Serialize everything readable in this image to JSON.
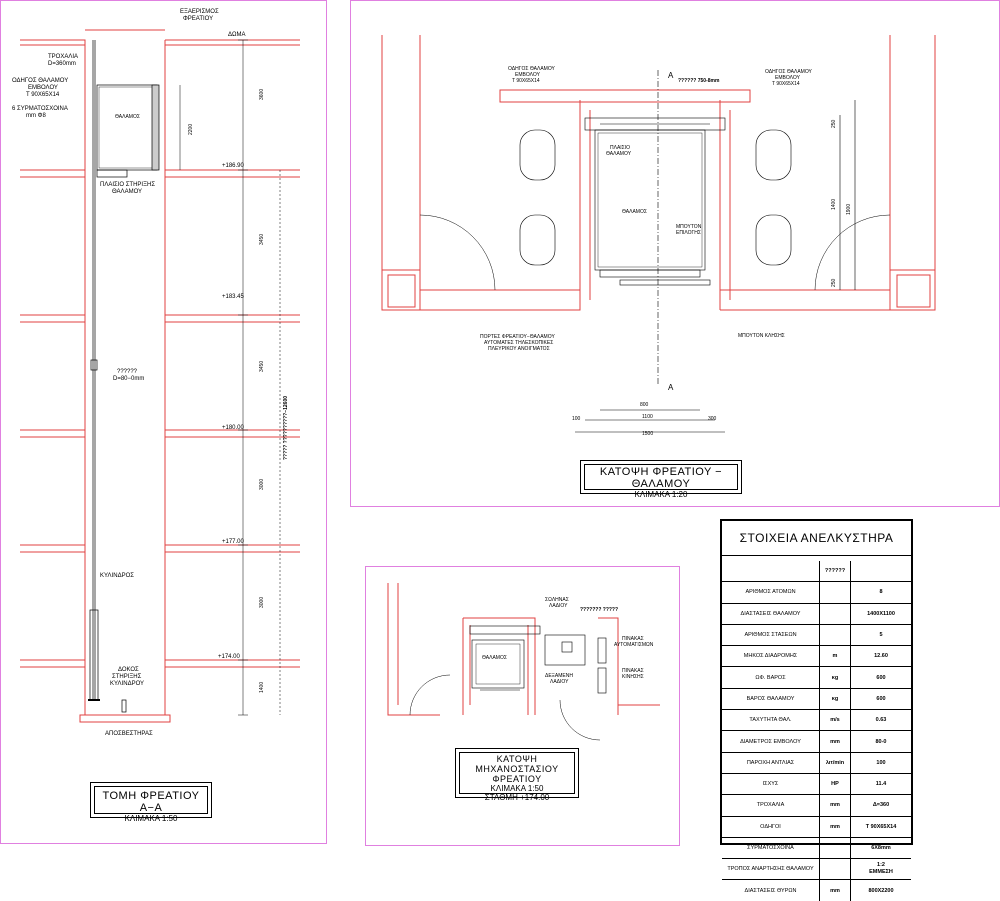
{
  "section": {
    "title": "ΤΟΜΗ ΦΡΕΑΤΙΟΥ   Α−Α",
    "scale": "ΚΛΙΜΑΚΑ 1:50",
    "labels": {
      "vent": [
        "ΕΞΑΕΡΙΣΜΟΣ",
        "ΦΡΕΑΤΙΟΥ"
      ],
      "slab": "ΔΩΜΑ",
      "pulley": [
        "ΤΡΟΧΑΛΙΑ",
        "D=360mm"
      ],
      "guide": [
        "ΟΔΗΓΟΣ ΘΑΛΑΜΟΥ",
        "ΕΜΒΟΛΟΥ",
        "Τ  90Χ65Χ14"
      ],
      "ropes": [
        "6  ΣΥΡΜΑΤΟΣΧΟΙΝΑ",
        "mm Φ8"
      ],
      "frame": [
        "ΠΛΑΙΣΙΟ ΣΤΗΡΙΞΗΣ",
        "ΘΑΛΑΜΟΥ"
      ],
      "piston": [
        "??????",
        "D=80−0mm"
      ],
      "cylinder": "ΚΥΛΙΝΔΡΟΣ",
      "beam": [
        "ΔΟΚΟΣ",
        "ΣΤΗΡΙΞΗΣ",
        "ΚΥΛΙΝΔΡΟΥ"
      ],
      "absorber": "ΑΠΟΣΒΕΣΤΗΡΑΣ",
      "cabin": "ΘΑΛΑΜΟΣ",
      "vertical_total": "????? ??????????−12600"
    },
    "levels": [
      "+186.90",
      "+183.45",
      "+180.00",
      "+177.00",
      "+174.00"
    ],
    "dims": [
      "3600",
      "2200",
      "3450",
      "3450",
      "3000",
      "3000",
      "1400"
    ]
  },
  "plan": {
    "title": "ΚΑΤΟΨΗ ΦΡΕΑΤΙΟΥ  −  ΘΑΛΑΜΟΥ",
    "scale": "ΚΛΙΜΑΚΑ  1:20",
    "labels": {
      "guide_left": [
        "ΟΔΗΓΟΣ ΘΑΛΑΜΟΥ",
        "ΕΜΒΟΛΟΥ",
        "Τ  90Χ65Χ14"
      ],
      "guide_right": [
        "ΟΔΗΓΟΣ ΘΑΛΑΜΟΥ",
        "ΕΜΒΟΛΟΥ",
        "Τ  90Χ65Χ14"
      ],
      "pulley": "?????? 750-8mm",
      "frame": [
        "ΠΛΑΙΣΙΟ",
        "ΘΑΛΑΜΟΥ"
      ],
      "cabin": "ΘΑΛΑΜΟΣ",
      "buttons": [
        "ΜΠΟΥΤΟΝ",
        "ΕΠΙΛΟΓΗΣ"
      ],
      "doors": [
        "ΠΟΡΤΕΣ ΦΡΕΑΤΙΟΥ−ΘΑΛΑΜΟΥ",
        "ΑΥΤΟΜΑΤΕΣ ΤΗΛΕΣΚΟΠΙΚΕΣ",
        "ΠΛΕΥΡΙΚΟΥ ΑΝΟΙΓΜΑΤΟΣ"
      ],
      "call_button": "ΜΠΟΥΤΟΝ ΚΛΗΣΗΣ",
      "section_mark": "Α"
    },
    "dims": {
      "d800": "800",
      "d1100": "1100",
      "d1500": "1500",
      "d100": "100",
      "d300": "300",
      "d250a": "250",
      "d1400": "1400",
      "d250b": "250",
      "d1900": "1900"
    }
  },
  "machine": {
    "title": [
      "ΚΑΤΟΨΗ  ΜΗΧΑΝΟΣΤΑΣΙΟΥ",
      "ΦΡΕΑΤΙΟΥ"
    ],
    "scale": "ΚΛΙΜΑΚΑ  1:50",
    "station": "ΣΤΑΘΜΗ  +174.00",
    "labels": {
      "oil_pipe": [
        "ΣΩΛΗΝΑΣ",
        "ΛΑΔΙΟΥ"
      ],
      "unknown": "??????? ?????",
      "panel_auto": [
        "ΠΙΝΑΚΑΣ",
        "ΑΥΤΟΜΑΤΙΣΜΩΝ"
      ],
      "tank": [
        "ΔΕΞΑΜΕΝΗ",
        "ΛΑΔΙΟΥ"
      ],
      "panel_power": [
        "ΠΙΝΑΚΑΣ",
        "ΚΙΝΗΣΗΣ"
      ],
      "cabin": "ΘΑΛΑΜΟΣ"
    }
  },
  "specs": {
    "title": "ΣΤΟΙΧΕΙΑ  ΑΝΕΛΚΥΣΤΗΡΑ",
    "header_unit": "??????",
    "rows": [
      {
        "label": "ΑΡΙΘΜΟΣ ΑΤΟΜΩΝ",
        "unit": "",
        "value": "8"
      },
      {
        "label": "ΔΙΑΣΤΑΣΕΙΣ ΘΑΛΑΜΟΥ",
        "unit": "",
        "value": "1400Χ1100"
      },
      {
        "label": "ΑΡΙΘΜΟΣ ΣΤΑΣΕΩΝ",
        "unit": "",
        "value": "5"
      },
      {
        "label": "ΜΗΚΟΣ ΔΙΑΔΡΟΜΗΣ",
        "unit": "m",
        "value": "12.60"
      },
      {
        "label": "ΩΦ. ΒΑΡΟΣ",
        "unit": "κg",
        "value": "600"
      },
      {
        "label": "ΒΑΡΟΣ ΘΑΛΑΜΟΥ",
        "unit": "κg",
        "value": "600"
      },
      {
        "label": "ΤΑΧΥΤΗΤΑ ΘΑΛ.",
        "unit": "m/s",
        "value": "0.63"
      },
      {
        "label": "ΔΙΑΜΕΤΡΟΣ ΕΜΒΟΛΟΥ",
        "unit": "mm",
        "value": "80-0"
      },
      {
        "label": "ΠΑΡΟΧΗ ΑΝΤΛΙΑΣ",
        "unit": "λιτ/min",
        "value": "100"
      },
      {
        "label": "ΙΣΧΥΣ",
        "unit": "HP",
        "value": "11.4"
      },
      {
        "label": "ΤΡΟΧΑΛΙΑ",
        "unit": "mm",
        "value": "Δ=360"
      },
      {
        "label": "ΟΔΗΓΟΙ",
        "unit": "mm",
        "value": "Τ  90Χ65Χ14"
      },
      {
        "label": "ΣΥΡΜΑΤΟΣΧΟΙΝΑ",
        "unit": "",
        "value": "6Χ8mm"
      },
      {
        "label": "ΤΡΟΠΟΣ ΑΝΑΡΤΗΣΗΣ ΘΑΛΑΜΟΥ",
        "unit": "",
        "value": "1:2\nΕΜΜΕΣΗ"
      },
      {
        "label": "ΔΙΑΣΤΑΣΕΙΣ ΘΥΡΩΝ",
        "unit": "mm",
        "value": "800Χ2200"
      }
    ]
  },
  "colors": {
    "wall": "#e04040",
    "sheet_border": "#e080e0",
    "ink": "#000000",
    "guide": "#909090"
  }
}
